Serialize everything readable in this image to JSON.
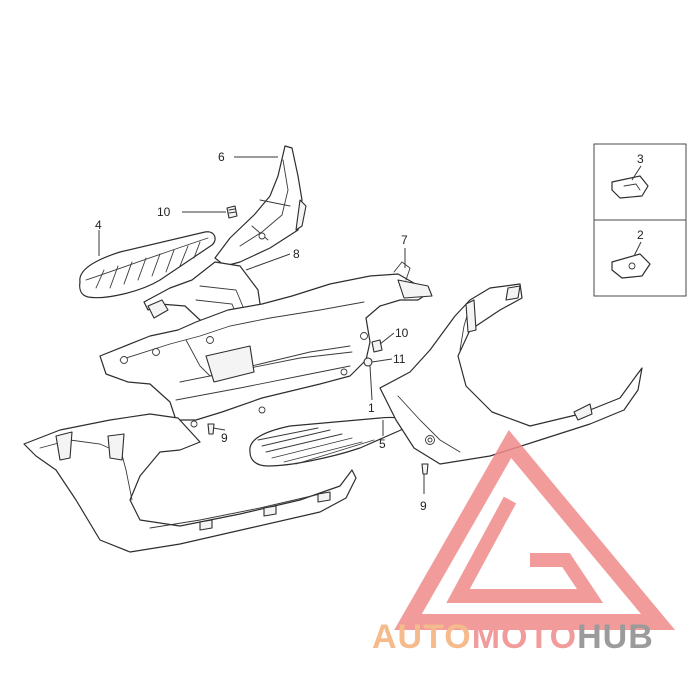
{
  "callouts": {
    "c1": "1",
    "c2": "2",
    "c3": "3",
    "c4": "4",
    "c5": "5",
    "c6": "6",
    "c7": "7",
    "c8": "8",
    "c9a": "9",
    "c9b": "9",
    "c10a": "10",
    "c10b": "10",
    "c11": "11"
  },
  "watermark": {
    "auto": "AUTO",
    "moto": "MOTO",
    "hub": "HUB"
  },
  "colors": {
    "line": "#2e2e2e",
    "logo_red": "#f08a8a",
    "logo_orange": "#f5b07a",
    "logo_gray": "#8a8a8a"
  }
}
